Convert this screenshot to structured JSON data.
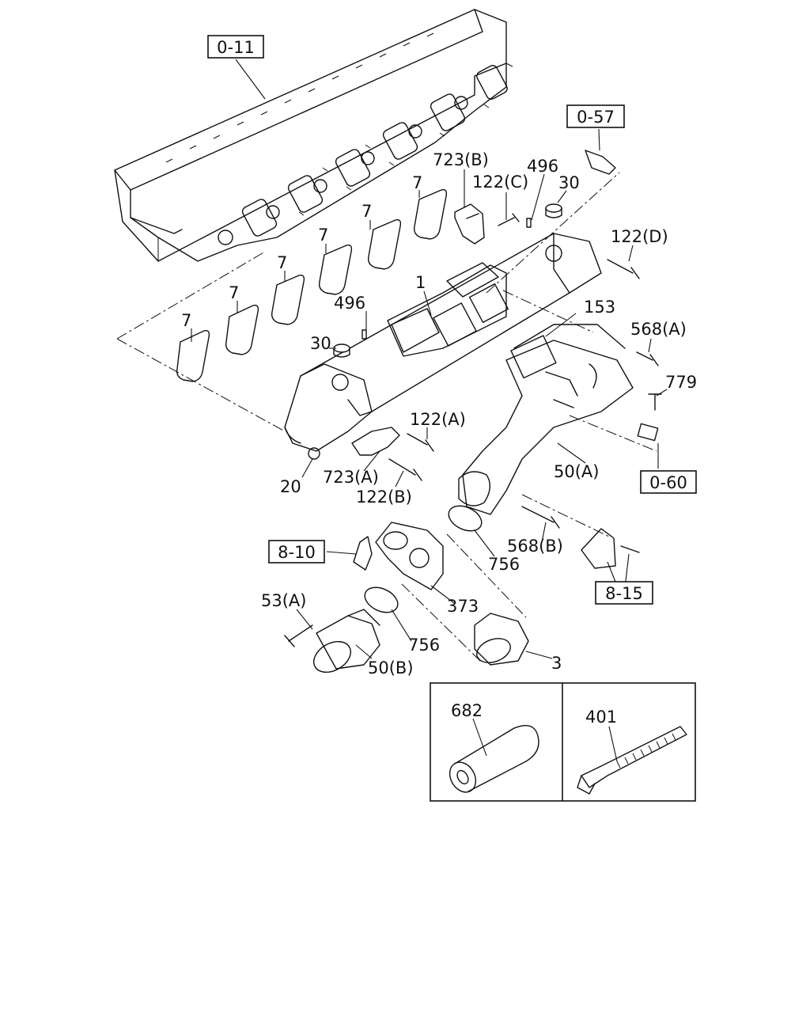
{
  "refs": {
    "r0_11": "0-11",
    "r0_57": "0-57",
    "r0_60": "0-60",
    "r8_10": "8-10",
    "r8_15": "8-15"
  },
  "labels": {
    "p7": "7",
    "p1": "1",
    "p20": "20",
    "p30": "30",
    "p3": "3",
    "p153": "153",
    "p373": "373",
    "p401": "401",
    "p496": "496",
    "p682": "682",
    "p756": "756",
    "p779": "779",
    "p723a": "723(A)",
    "p723b": "723(B)",
    "p122a": "122(A)",
    "p122b": "122(B)",
    "p122c": "122(C)",
    "p122d": "122(D)",
    "p568a": "568(A)",
    "p568b": "568(B)",
    "p50a": "50(A)",
    "p50b": "50(B)",
    "p53a": "53(A)"
  }
}
